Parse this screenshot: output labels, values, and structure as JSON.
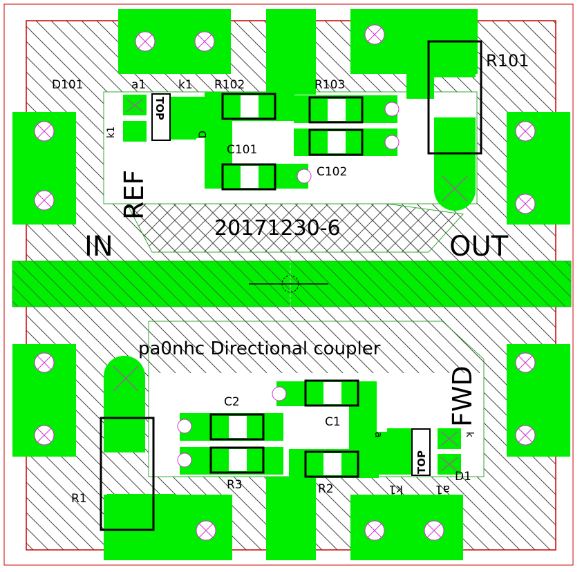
{
  "board": {
    "border_color": "#cc0000",
    "copper_color": "#00ee00",
    "hatch_color": "#333333",
    "outline_color": "#33aa33",
    "via_color": "#cc33cc"
  },
  "labels": {
    "d101": "D101",
    "a1": "a1",
    "k1_top": "k1",
    "r102": "R102",
    "r103": "R103",
    "r101": "R101",
    "c101": "C101",
    "c102": "C102",
    "ref": "REF",
    "in": "IN",
    "out": "OUT",
    "board_code": "20171230-6",
    "k1_left": "k1",
    "d_top": "D",
    "top_upper": "TOP",
    "title": "pa0nhc Directional coupler",
    "fwd": "FWD",
    "c2": "C2",
    "c1": "C1",
    "r3": "R3",
    "r2": "R2",
    "r1": "R1",
    "k1_bottom": "k1",
    "a1_bottom": "a1",
    "d1": "D1",
    "top_lower": "TOP",
    "a_lower": "a",
    "k_lower": "k"
  }
}
